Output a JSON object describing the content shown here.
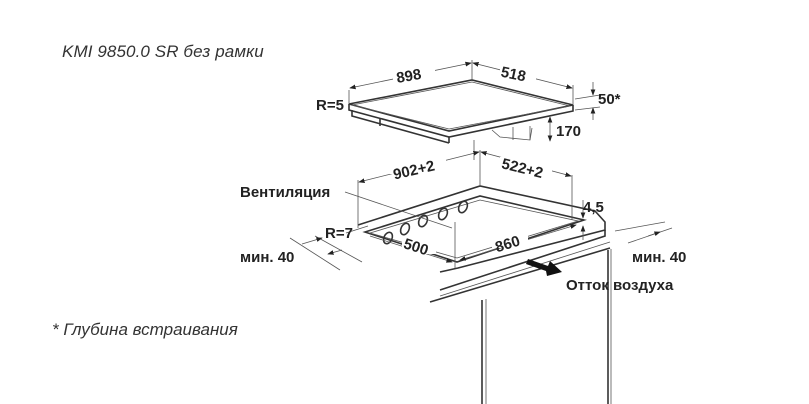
{
  "title": "KMI 9850.0 SR без рамки",
  "footnote": "* Глубина встраивания",
  "hob": {
    "width_label": "898",
    "depth_label": "518",
    "radius_label": "R=5",
    "height_label": "50*",
    "body_height_label": "170"
  },
  "cutout": {
    "width_label": "902+2",
    "depth_label": "522+2",
    "radius_label": "R=7",
    "inner_width_label": "860",
    "inner_depth_label": "500",
    "recess_label": "4,5",
    "ventilation_label": "Вентиляция",
    "min_left_label": "мин. 40",
    "min_right_label": "мин. 40",
    "airflow_label": "Отток воздуха"
  },
  "colors": {
    "line": "#333333",
    "text": "#222222",
    "background": "#ffffff"
  }
}
